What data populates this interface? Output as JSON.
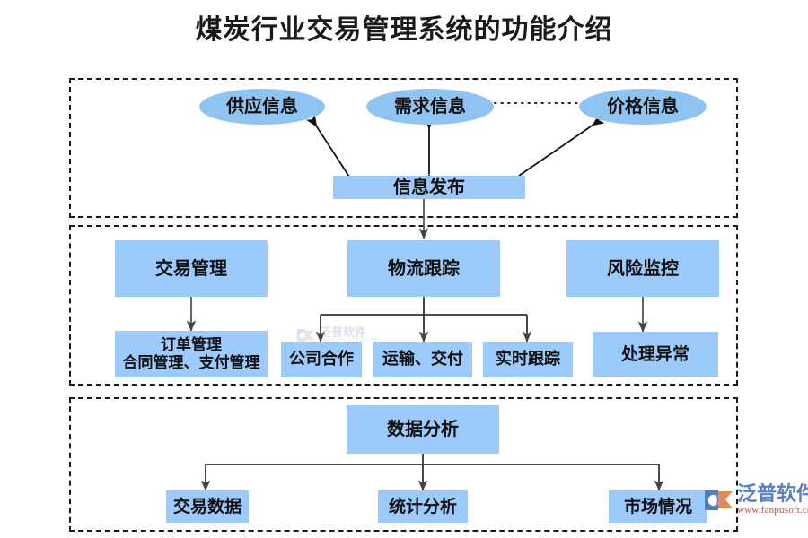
{
  "page": {
    "title": "煤炭行业交易管理系统的功能介绍",
    "accent_blue": "#9CCAFB",
    "ellipse_blue": "#8FC4F2",
    "border_color": "#1a1a1a"
  },
  "diagram": {
    "type": "flowchart",
    "sections": [
      {
        "id": "info-publishing",
        "nodes": [
          {
            "id": "supply-info",
            "label": "供应信息",
            "shape": "ellipse"
          },
          {
            "id": "demand-info",
            "label": "需求信息",
            "shape": "ellipse"
          },
          {
            "id": "price-info",
            "label": "价格信息",
            "shape": "ellipse"
          },
          {
            "id": "info-release",
            "label": "信息发布",
            "shape": "rect"
          }
        ],
        "links": [
          {
            "from": "info-release",
            "to": "supply-info",
            "style": "double-arrow"
          },
          {
            "from": "info-release",
            "to": "demand-info",
            "style": "double-arrow"
          },
          {
            "from": "info-release",
            "to": "price-info",
            "style": "double-arrow"
          },
          {
            "from": "demand-info",
            "to": "price-info",
            "style": "dotted"
          }
        ]
      },
      {
        "id": "operations",
        "nodes": [
          {
            "id": "trade-mgmt",
            "label": "交易管理",
            "shape": "rect"
          },
          {
            "id": "logistics-track",
            "label": "物流跟踪",
            "shape": "rect"
          },
          {
            "id": "risk-monitor",
            "label": "风险监控",
            "shape": "rect"
          },
          {
            "id": "order-mgmt",
            "label": "订单管理\n合同管理、支付管理",
            "line1": "订单管理",
            "line2": "合同管理、支付管理",
            "shape": "rect"
          },
          {
            "id": "company-coop",
            "label": "公司合作",
            "shape": "rect"
          },
          {
            "id": "transport-deliver",
            "label": "运输、交付",
            "shape": "rect"
          },
          {
            "id": "realtime-track",
            "label": "实时跟踪",
            "shape": "rect"
          },
          {
            "id": "handle-exception",
            "label": "处理异常",
            "shape": "rect"
          }
        ],
        "links": [
          {
            "from": "info-release",
            "to": "logistics-track",
            "style": "arrow"
          },
          {
            "from": "trade-mgmt",
            "to": "order-mgmt",
            "style": "arrow"
          },
          {
            "from": "logistics-track",
            "to": "company-coop",
            "style": "arrow"
          },
          {
            "from": "logistics-track",
            "to": "transport-deliver",
            "style": "arrow"
          },
          {
            "from": "logistics-track",
            "to": "realtime-track",
            "style": "arrow"
          },
          {
            "from": "risk-monitor",
            "to": "handle-exception",
            "style": "arrow"
          }
        ]
      },
      {
        "id": "analytics",
        "nodes": [
          {
            "id": "data-analysis",
            "label": "数据分析",
            "shape": "rect"
          },
          {
            "id": "trade-data",
            "label": "交易数据",
            "shape": "rect"
          },
          {
            "id": "statistics",
            "label": "统计分析",
            "shape": "rect"
          },
          {
            "id": "market-status",
            "label": "市场情况",
            "shape": "rect"
          }
        ],
        "links": [
          {
            "from": "data-analysis",
            "to": "trade-data",
            "style": "arrow"
          },
          {
            "from": "data-analysis",
            "to": "statistics",
            "style": "arrow"
          },
          {
            "from": "data-analysis",
            "to": "market-status",
            "style": "arrow"
          }
        ]
      }
    ]
  },
  "watermark": {
    "center_main": "泛普软件",
    "center_sub": "FANPU SOFTWARE"
  },
  "logo": {
    "name": "泛普软件",
    "url": "www.fanpusoft.com"
  }
}
